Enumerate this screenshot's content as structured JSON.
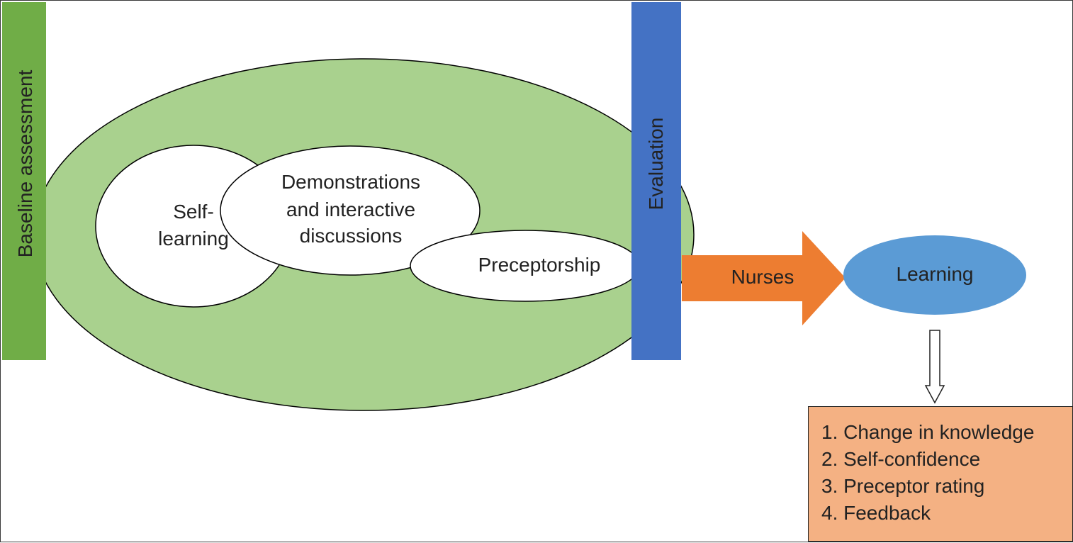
{
  "diagram": {
    "baseline_label": "Baseline assessment",
    "evaluation_label": "Evaluation",
    "self_learning_line1": "Self-",
    "self_learning_line2": "learning",
    "demonstrations_line1": "Demonstrations",
    "demonstrations_line2": "and interactive",
    "demonstrations_line3": "discussions",
    "preceptorship_label": "Preceptorship",
    "nurses_label": "Nurses",
    "learning_label": "Learning",
    "outcomes": [
      "1. Change in knowledge",
      "2. Self-confidence",
      "3. Preceptor rating",
      "4. Feedback"
    ]
  },
  "colors": {
    "outer_ellipse": "#a9d18e",
    "baseline_bar": "#70ad47",
    "evaluation_bar": "#4472c4",
    "nurses_arrow": "#ed7d31",
    "learning_ellipse": "#5b9bd5",
    "outcomes_box": "#f4b183",
    "inner_ellipses": "#ffffff"
  }
}
